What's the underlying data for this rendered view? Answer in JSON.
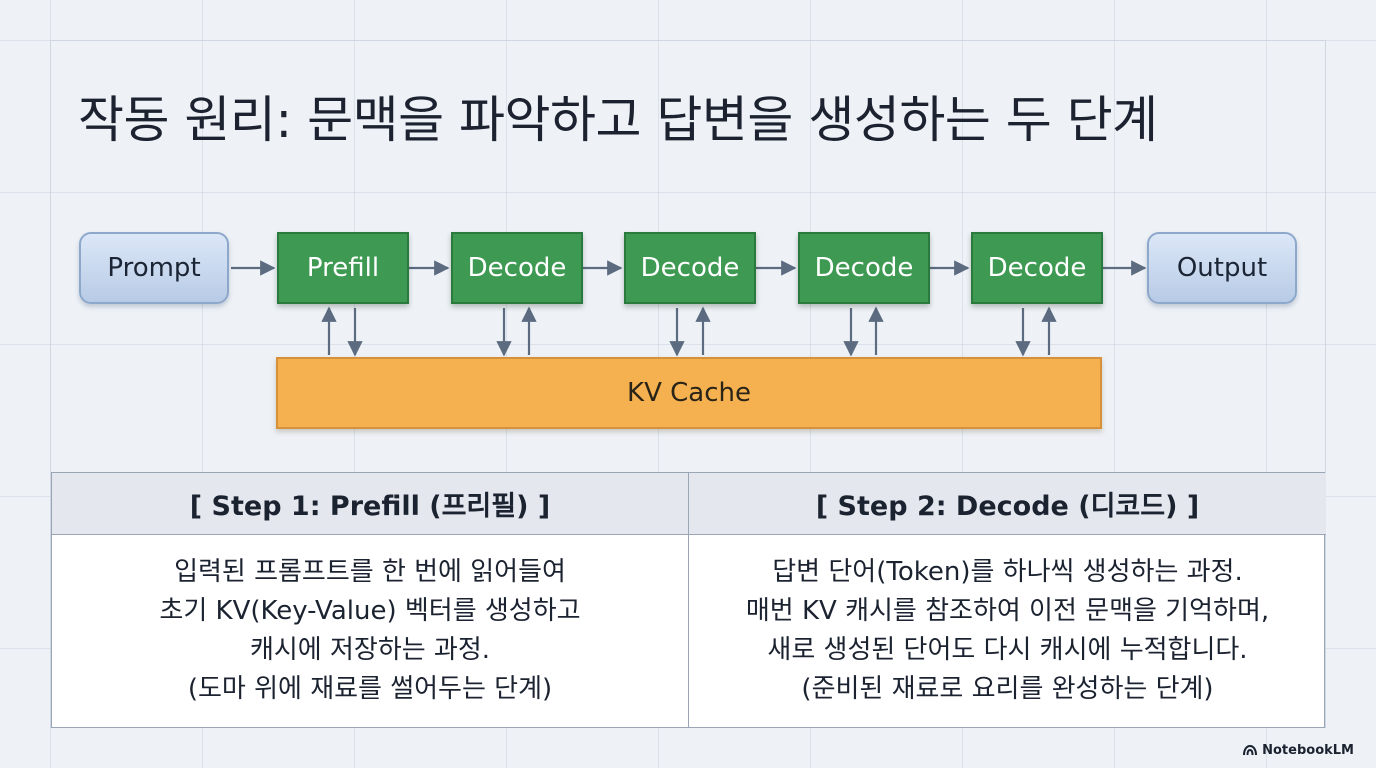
{
  "title": "작동 원리: 문맥을 파악하고 답변을 생성하는 두 단계",
  "flow": {
    "input": "Prompt",
    "stages": [
      "Prefill",
      "Decode",
      "Decode",
      "Decode",
      "Decode"
    ],
    "output": "Output",
    "cache": "KV Cache"
  },
  "table": {
    "step1": {
      "header": "[ Step 1: Prefill (프리필) ]",
      "lines": [
        "입력된 프롬프트를 한 번에 읽어들여",
        "초기 KV(Key-Value) 벡터를 생성하고",
        "캐시에 저장하는 과정.",
        "(도마 위에 재료를 썰어두는 단계)"
      ]
    },
    "step2": {
      "header": "[ Step 2: Decode (디코드) ]",
      "lines": [
        "답변 단어(Token)를 하나씩 생성하는 과정.",
        "매번 KV 캐시를 참조하여 이전 문맥을 기억하며,",
        "새로 생성된 단어도 다시 캐시에 누적합니다.",
        "(준비된 재료로 요리를 완성하는 단계)"
      ]
    }
  },
  "brand": {
    "label": "NotebookLM",
    "icon": "notebooklm-logo-icon"
  },
  "colors": {
    "stage_green": "#3e9a52",
    "cache_orange": "#f5b04f",
    "io_blue": "#c9daf0",
    "arrow": "#5c6b80"
  }
}
